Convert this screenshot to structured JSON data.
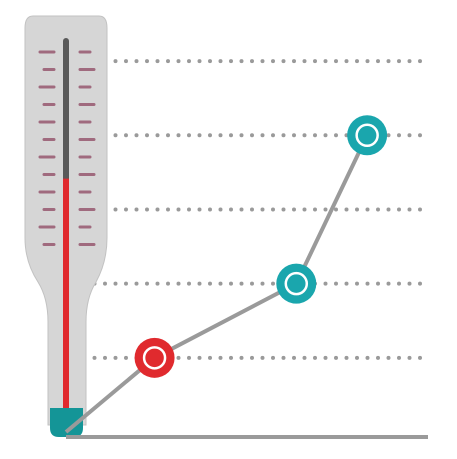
{
  "colors": {
    "background": "#ffffff",
    "thermometer_body": "#d6d6d6",
    "thermometer_edge": "#c2c2c2",
    "tube": "#595959",
    "mercury": "#e02a2e",
    "bulb": "#149597",
    "tick_marks": "#a06a7e",
    "gridline_dots": "#9a9a9a",
    "axis": "#9a9a9a",
    "line": "#9a9a9a",
    "marker_red": "#e02a2e",
    "marker_teal": "#1aa6ad",
    "marker_ring": "#ffffff"
  },
  "thermometer": {
    "level": 0.63,
    "tick_count": 12
  },
  "chart_data": {
    "type": "line",
    "grid": true,
    "gridline_count": 6,
    "series": [
      {
        "points": [
          {
            "x": 0,
            "y": 0,
            "marker": "none"
          },
          {
            "x": 1,
            "y": 1,
            "marker": "red"
          },
          {
            "x": 2.6,
            "y": 2,
            "marker": "teal"
          },
          {
            "x": 3.4,
            "y": 4,
            "marker": "teal"
          }
        ]
      }
    ],
    "xlim": [
      0,
      4.2
    ],
    "ylim": [
      0,
      5.5
    ]
  }
}
